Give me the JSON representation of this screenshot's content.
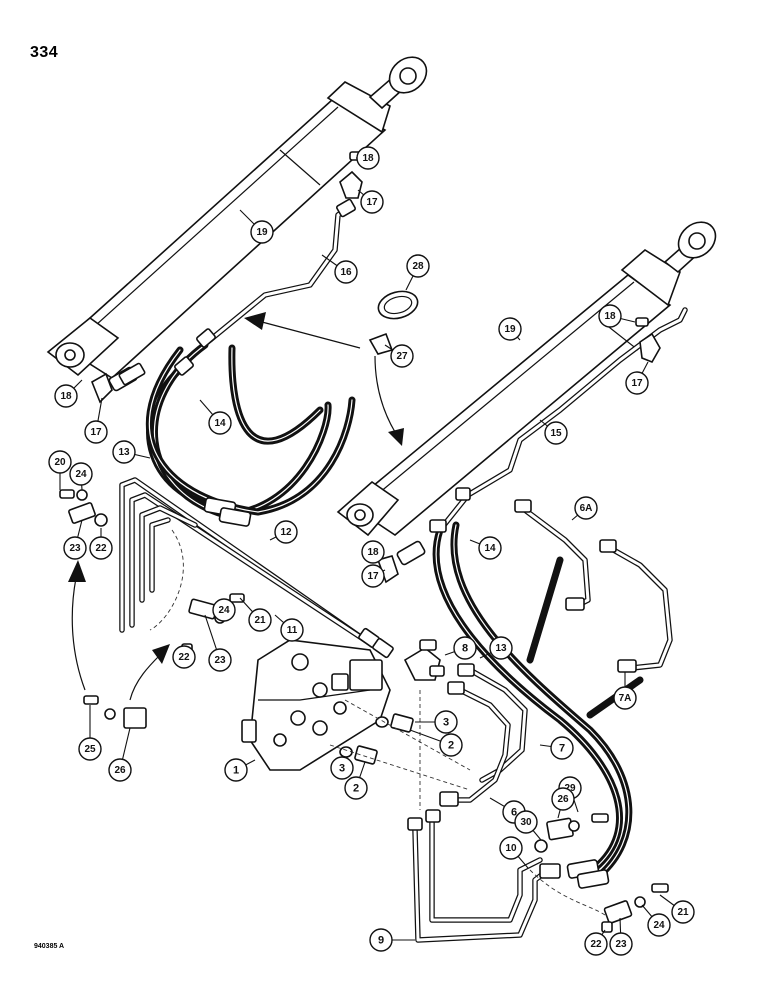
{
  "page": {
    "number": "334",
    "figure_code": "940385 A"
  },
  "callouts": [
    {
      "label": "18"
    },
    {
      "label": "17"
    },
    {
      "label": "19"
    },
    {
      "label": "16"
    },
    {
      "label": "28"
    },
    {
      "label": "27"
    },
    {
      "label": "19"
    },
    {
      "label": "18"
    },
    {
      "label": "17"
    },
    {
      "label": "18"
    },
    {
      "label": "17"
    },
    {
      "label": "14"
    },
    {
      "label": "13"
    },
    {
      "label": "15"
    },
    {
      "label": "20"
    },
    {
      "label": "24"
    },
    {
      "label": "23"
    },
    {
      "label": "22"
    },
    {
      "label": "12"
    },
    {
      "label": "6A"
    },
    {
      "label": "18"
    },
    {
      "label": "14"
    },
    {
      "label": "17"
    },
    {
      "label": "21"
    },
    {
      "label": "24"
    },
    {
      "label": "11"
    },
    {
      "label": "22"
    },
    {
      "label": "23"
    },
    {
      "label": "8"
    },
    {
      "label": "13"
    },
    {
      "label": "7A"
    },
    {
      "label": "3"
    },
    {
      "label": "2"
    },
    {
      "label": "7"
    },
    {
      "label": "25"
    },
    {
      "label": "26"
    },
    {
      "label": "1"
    },
    {
      "label": "3"
    },
    {
      "label": "2"
    },
    {
      "label": "6"
    },
    {
      "label": "29"
    },
    {
      "label": "26"
    },
    {
      "label": "30"
    },
    {
      "label": "10"
    },
    {
      "label": "21"
    },
    {
      "label": "9"
    },
    {
      "label": "22"
    },
    {
      "label": "23"
    },
    {
      "label": "24"
    }
  ]
}
